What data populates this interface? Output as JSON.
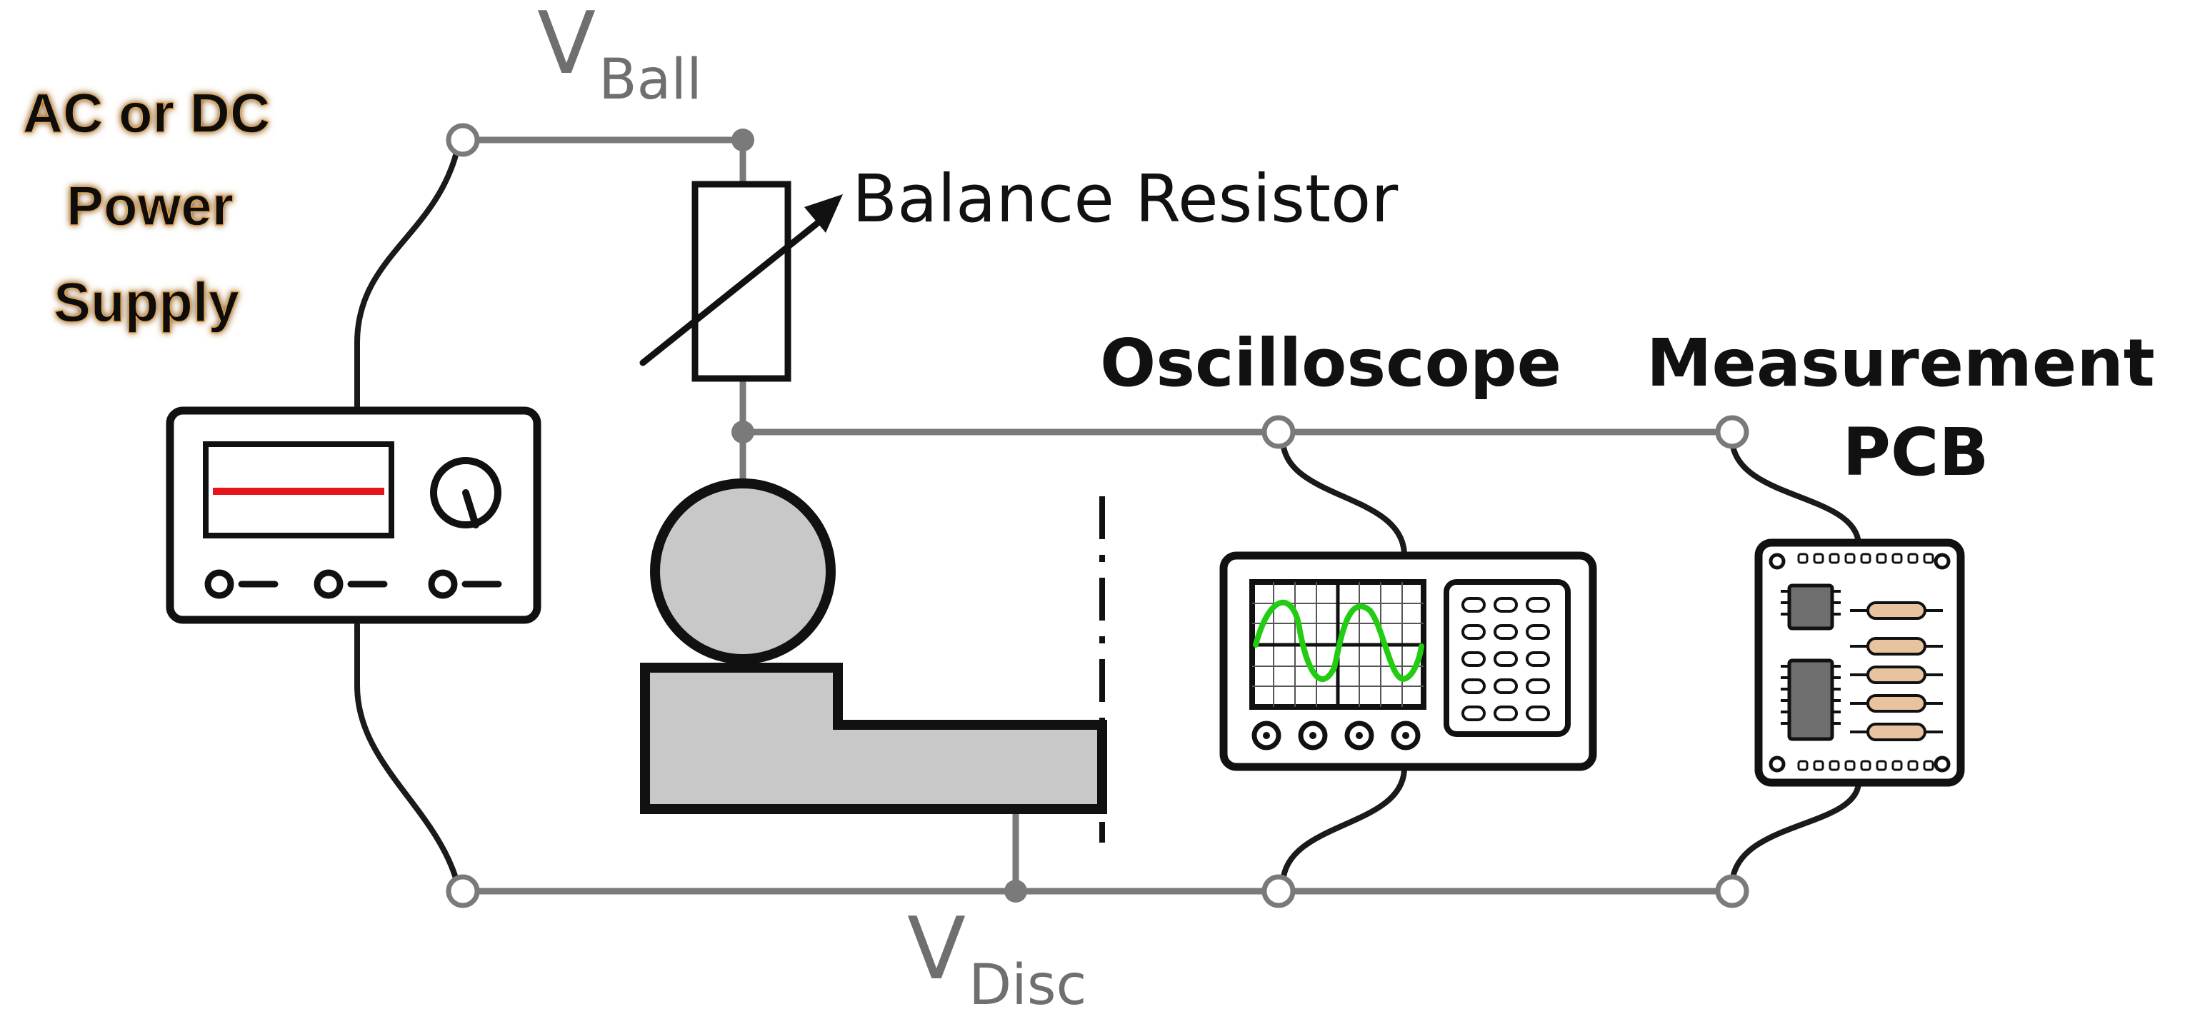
{
  "labels": {
    "v_ball_main": "V",
    "v_ball_sub": "Ball",
    "v_disc_main": "V",
    "v_disc_sub": "Disc",
    "power_supply_line1": "AC or DC",
    "power_supply_line2": "Power",
    "power_supply_line3": "Supply",
    "balance_resistor": "Balance Resistor",
    "oscilloscope": "Oscilloscope",
    "measurement_line1": "Measurement",
    "measurement_line2": "PCB"
  },
  "colors": {
    "wire": "#7a7a7a",
    "cable": "#1a1a1a",
    "outline": "#111111",
    "fill_grey": "#c8c8c8",
    "chip": "#6e6e6e",
    "psu_trace": "#e8141c",
    "scope_wave": "#22cc11",
    "resistor_body": "#e8c3a0",
    "label_grey": "#6f6f6f",
    "psu_text": "#111111",
    "psu_glow": "#e6a24a"
  }
}
